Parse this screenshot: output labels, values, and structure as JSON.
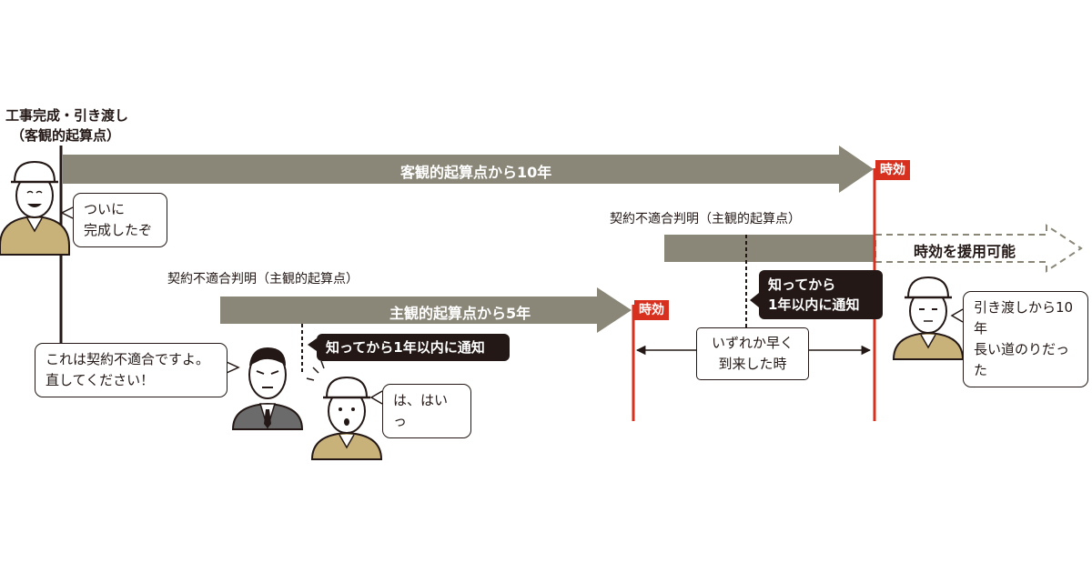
{
  "start": {
    "line1": "工事完成・引き渡し",
    "line2": "（客観的起算点）"
  },
  "arrows": {
    "objective": "客観的起算点から10年",
    "subjective": "主観的起算点から5年",
    "adopt": "時効を援用可能"
  },
  "triggers": {
    "upper": "契約不適合判明（主観的起算点）",
    "lower": "契約不適合判明（主観的起算点）"
  },
  "flags": {
    "ten_year": "時効",
    "five_year": "時効"
  },
  "speech": {
    "builder_done": [
      "ついに",
      "完成したぞ"
    ],
    "client_claim": [
      "これは契約不適合ですよ。",
      "直してください！"
    ],
    "builder_reply": "は、はいっ",
    "builder_late": [
      "引き渡しから10年",
      "長い道のりだった"
    ]
  },
  "notices": {
    "lower": "知ってから1年以内に通知",
    "upper": [
      "知ってから",
      "1年以内に通知"
    ]
  },
  "whichever": [
    "いずれか早く",
    "到来した時"
  ],
  "colors": {
    "arrow": "#8a8778",
    "red": "#d7301f",
    "ink": "#231815",
    "uniform": "#c9b27a",
    "suit": "#6b6b6b"
  }
}
